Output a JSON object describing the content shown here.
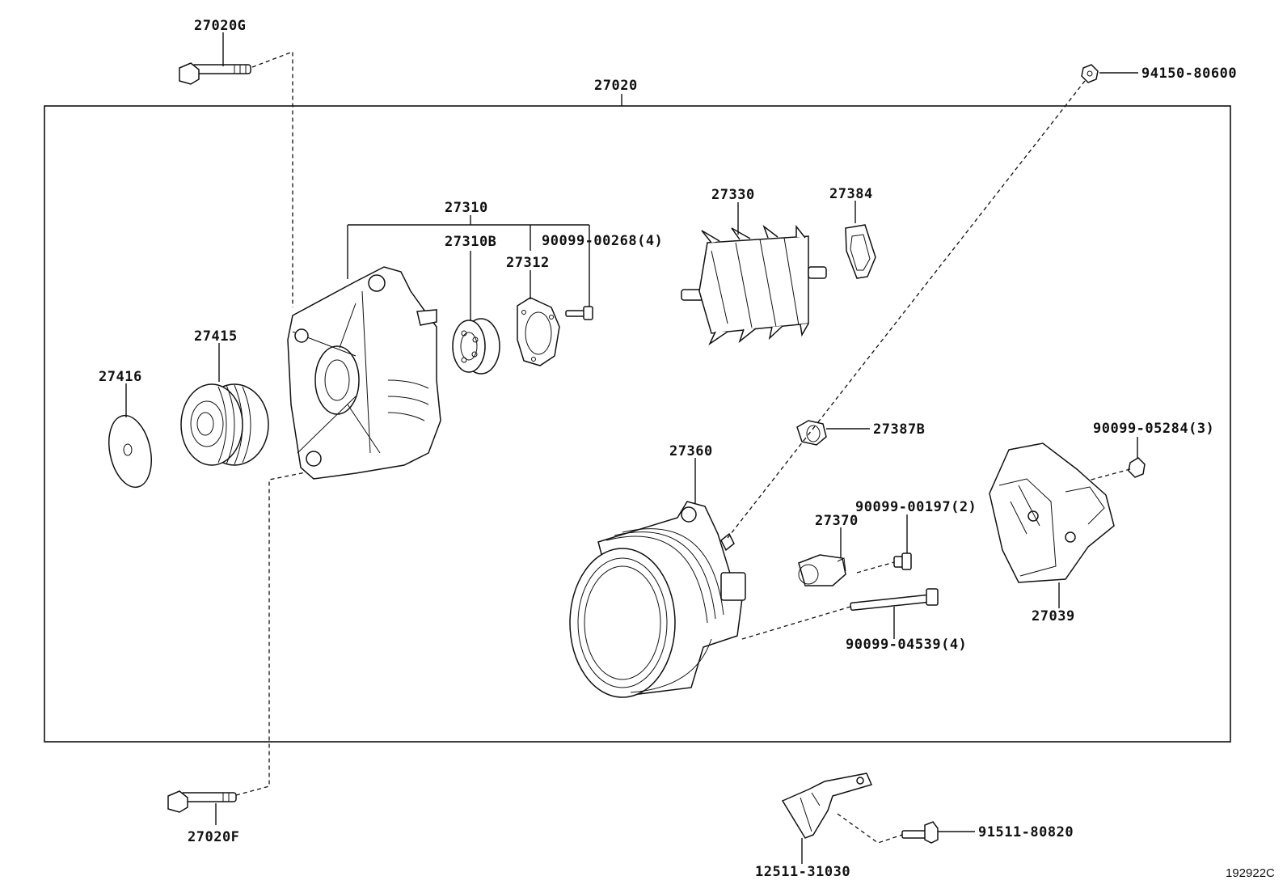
{
  "parts": {
    "p27020": "27020",
    "p27020G": "27020G",
    "p27020F": "27020F",
    "p94150": "94150-80600",
    "p27310": "27310",
    "p27310B": "27310B",
    "p90099_00268": "90099-00268(4)",
    "p27312": "27312",
    "p27330": "27330",
    "p27384": "27384",
    "p27415": "27415",
    "p27416": "27416",
    "p27387B": "27387B",
    "p90099_05284": "90099-05284(3)",
    "p27360": "27360",
    "p90099_00197": "90099-00197(2)",
    "p27370": "27370",
    "p27039": "27039",
    "p90099_04539": "90099-04539(4)",
    "p91511": "91511-80820",
    "p12511": "12511-31030"
  },
  "diagram_ref": "192922C"
}
